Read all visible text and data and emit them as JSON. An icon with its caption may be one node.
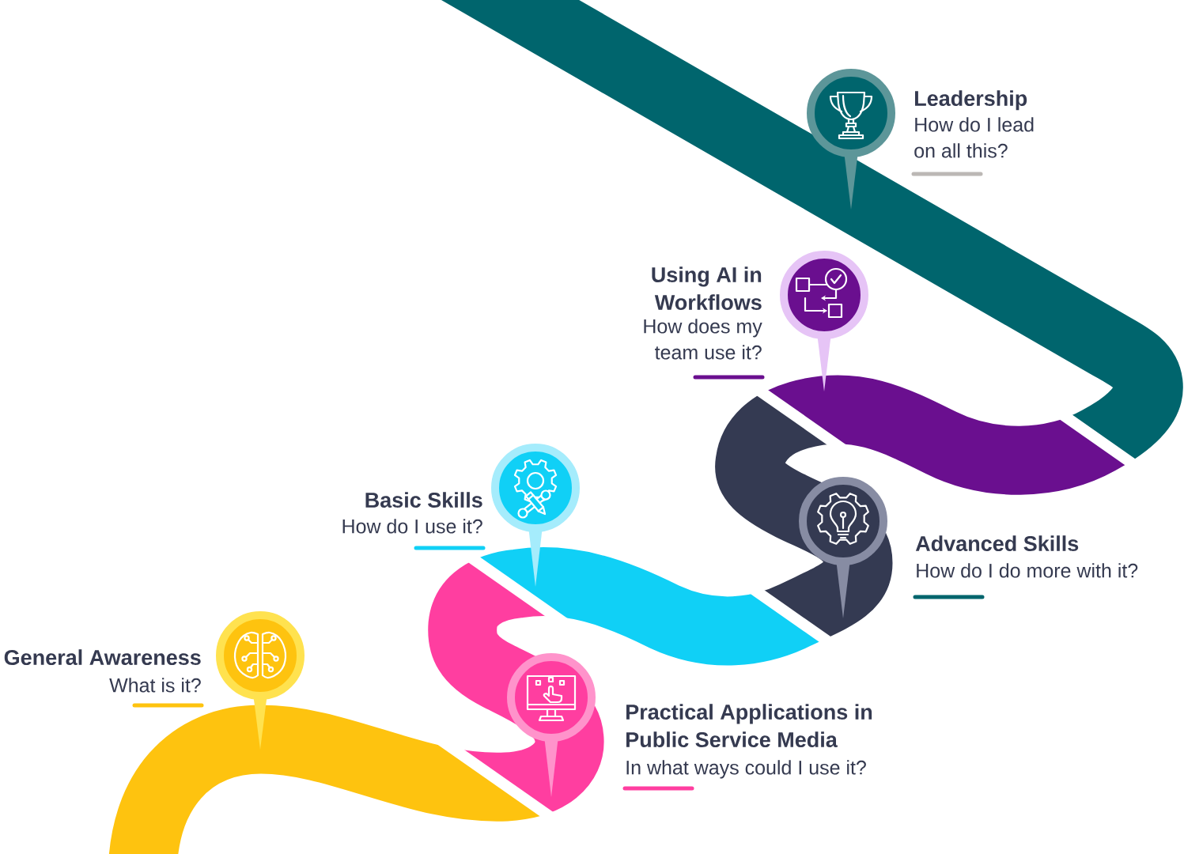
{
  "diagram": {
    "nodes": [
      {
        "text": [],
        "shape": "pin",
        "beside": [
          "General Awareness",
          "What is it?"
        ]
      },
      {
        "text": [],
        "shape": "pin",
        "beside": [
          "Practical Applications in Public Service Media",
          "In what ways could I use it?"
        ]
      },
      {
        "text": [],
        "shape": "pin",
        "beside": [
          "Basic Skills",
          "How do I use it?"
        ]
      },
      {
        "text": [],
        "shape": "pin",
        "beside": [
          "Advanced Skills",
          "How do I do more with it?"
        ]
      },
      {
        "text": [],
        "shape": "pin",
        "beside": [
          "Using AI in Workflows",
          "How does my team use it?"
        ]
      },
      {
        "text": [],
        "shape": "pin",
        "beside": [
          "Leadership",
          "How do I lead on all this?"
        ]
      }
    ]
  }
}
